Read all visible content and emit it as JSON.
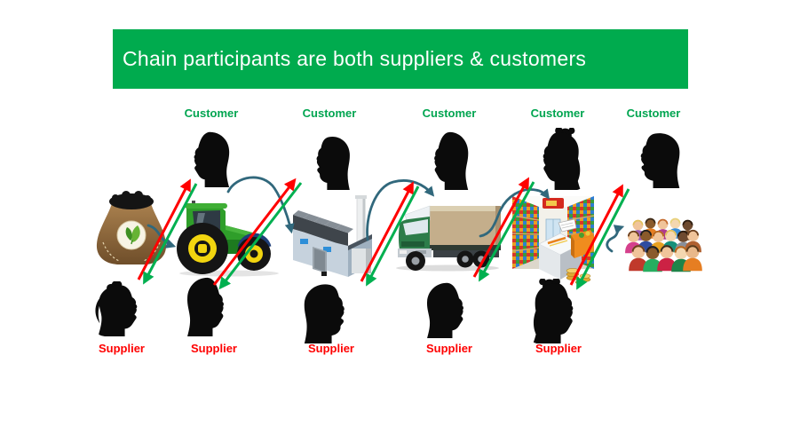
{
  "title": {
    "text": "Chain participants are both suppliers & customers"
  },
  "labels": {
    "customers": [
      "Customer",
      "Customer",
      "Customer",
      "Customer",
      "Customer"
    ],
    "suppliers": [
      "Supplier",
      "Supplier",
      "Supplier",
      "Supplier",
      "Supplier"
    ]
  },
  "colors": {
    "banner": "#00AB4E",
    "customer_label": "#00A550",
    "supplier_label": "#FF0000",
    "arrow_red": "#FF0000",
    "arrow_green": "#00B050",
    "connector_teal": "#31687C"
  },
  "icons": [
    "seed-bag-icon",
    "tractor-icon",
    "factory-icon",
    "truck-icon",
    "supermarket-icon",
    "consumers-crowd-icon"
  ]
}
